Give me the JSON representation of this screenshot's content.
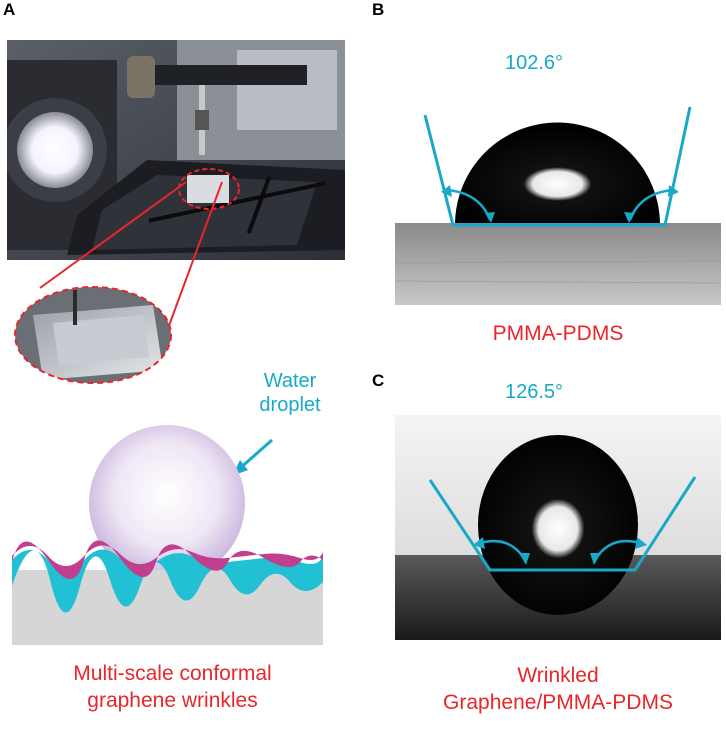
{
  "panels": {
    "a": {
      "letter": "A",
      "label_water": "Water\ndroplet",
      "caption_line1": "Multi-scale conformal",
      "caption_line2": "graphene wrinkles",
      "colors": {
        "droplet": "#d8c8e8",
        "pink_layer": "#c0408e",
        "cyan_layer": "#22c0d4",
        "substrate": "#d6d6d6",
        "callout": "#e8262b"
      }
    },
    "b": {
      "letter": "B",
      "angle": "102.6°",
      "caption": "PMMA-PDMS"
    },
    "c": {
      "letter": "C",
      "angle": "126.5°",
      "caption_line1": "Wrinkled",
      "caption_line2": "Graphene/PMMA-PDMS"
    }
  },
  "colors": {
    "accent_cyan": "#1aa8c8",
    "caption_red": "#e8262b"
  }
}
